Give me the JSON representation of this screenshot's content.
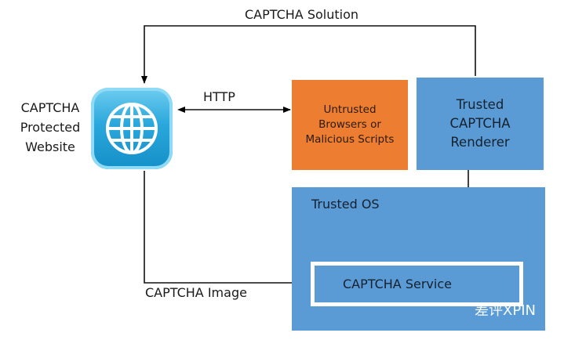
{
  "diagram": {
    "title_edge": "CAPTCHA Solution",
    "http_edge": "HTTP",
    "image_edge": "CAPTCHA Image",
    "website": {
      "lines": [
        "CAPTCHA",
        "Protected",
        "Website"
      ],
      "icon": "globe-icon"
    },
    "untrusted": {
      "lines": [
        "Untrusted",
        "Browsers or",
        "Malicious Scripts"
      ],
      "color": "#ed7d31"
    },
    "renderer": {
      "lines": [
        "Trusted",
        "CAPTCHA",
        "Renderer"
      ],
      "color": "#5b9bd5"
    },
    "trusted_os": {
      "title": "Trusted OS",
      "color": "#5b9bd5"
    },
    "service": {
      "label": "CAPTCHA Service"
    },
    "watermark": "差评XPIN"
  }
}
